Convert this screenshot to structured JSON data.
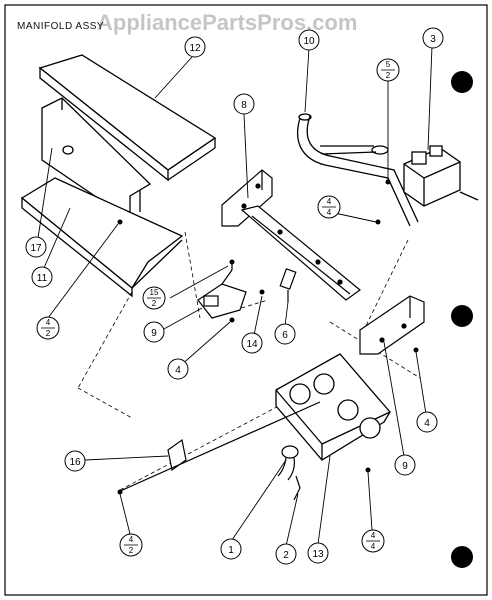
{
  "title": "MANIFOLD ASSY",
  "watermark": "AppliancePartsPros.com",
  "callouts": [
    {
      "id": "c12",
      "label": "12"
    },
    {
      "id": "c10",
      "label": "10"
    },
    {
      "id": "c3",
      "label": "3"
    },
    {
      "id": "c8",
      "label": "8"
    },
    {
      "id": "c5_2",
      "top": "5",
      "bottom": "2"
    },
    {
      "id": "c4_4a",
      "top": "4",
      "bottom": "4"
    },
    {
      "id": "c17",
      "label": "17"
    },
    {
      "id": "c11",
      "label": "11"
    },
    {
      "id": "c4_2a",
      "top": "4",
      "bottom": "2"
    },
    {
      "id": "c15_2",
      "top": "15",
      "bottom": "2"
    },
    {
      "id": "c9a",
      "label": "9"
    },
    {
      "id": "c4a",
      "label": "4"
    },
    {
      "id": "c14",
      "label": "14"
    },
    {
      "id": "c6",
      "label": "6"
    },
    {
      "id": "c4b",
      "label": "4"
    },
    {
      "id": "c9b",
      "label": "9"
    },
    {
      "id": "c16",
      "label": "16"
    },
    {
      "id": "c4_2b",
      "top": "4",
      "bottom": "2"
    },
    {
      "id": "c1",
      "label": "1"
    },
    {
      "id": "c2",
      "label": "2"
    },
    {
      "id": "c13",
      "label": "13"
    },
    {
      "id": "c4_4b",
      "top": "4",
      "bottom": "4"
    }
  ]
}
